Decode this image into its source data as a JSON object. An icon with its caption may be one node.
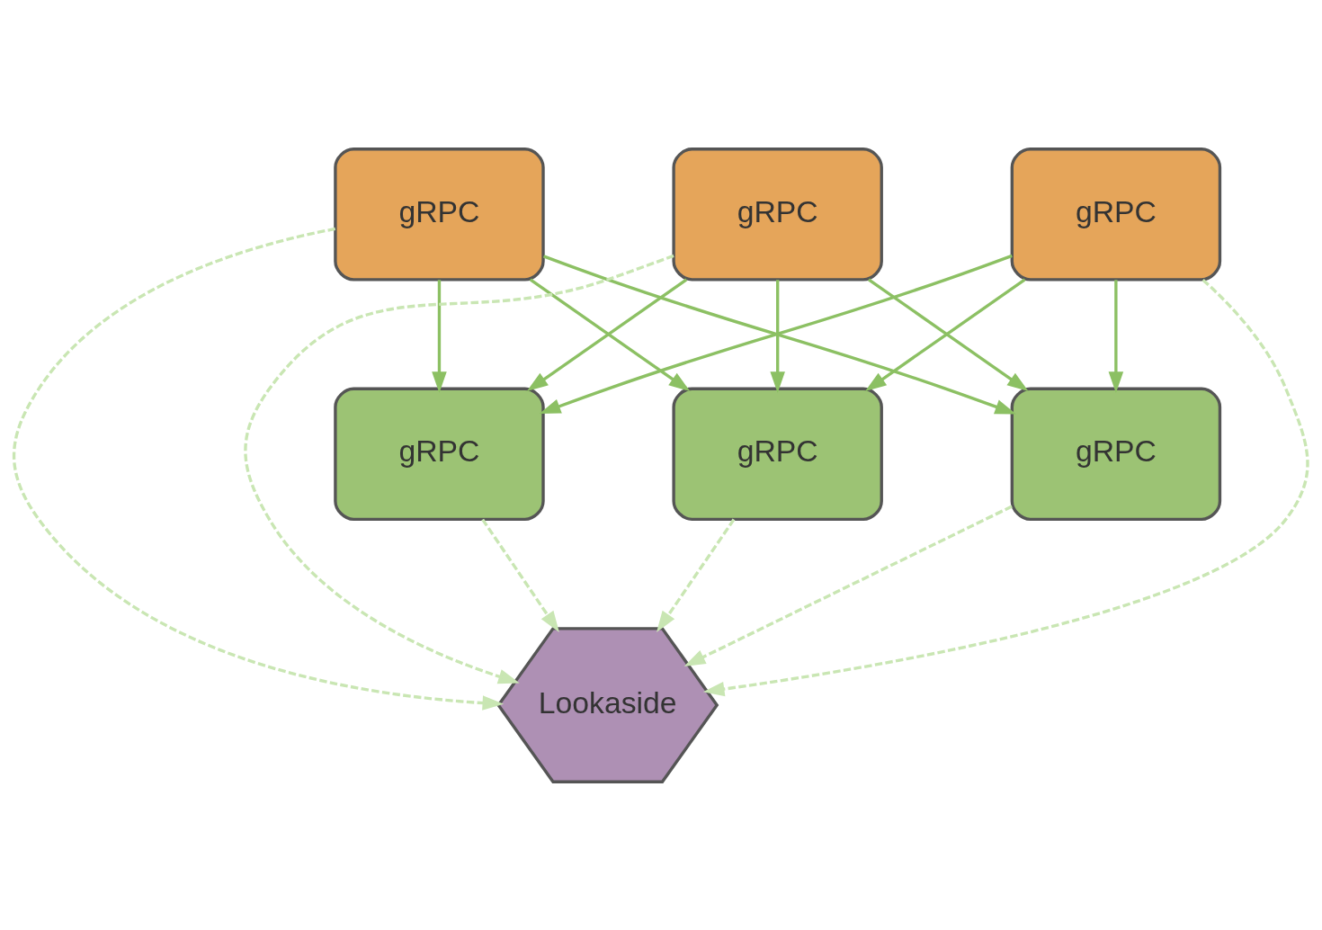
{
  "diagram": {
    "nodes": [
      {
        "text": [
          "gRPC"
        ]
      },
      {
        "text": [
          "gRPC"
        ]
      },
      {
        "text": [
          "gRPC"
        ]
      },
      {
        "text": [
          "gRPC"
        ]
      },
      {
        "text": [
          "gRPC"
        ]
      },
      {
        "text": [
          "gRPC"
        ]
      },
      {
        "text": [
          "Lookaside"
        ]
      }
    ],
    "edges": [
      {
        "from": 0,
        "to": 3,
        "arrow": "to"
      },
      {
        "from": 0,
        "to": 4,
        "arrow": "to"
      },
      {
        "from": 0,
        "to": 5,
        "arrow": "to"
      },
      {
        "from": 1,
        "to": 3,
        "arrow": "to"
      },
      {
        "from": 1,
        "to": 4,
        "arrow": "to"
      },
      {
        "from": 1,
        "to": 5,
        "arrow": "to"
      },
      {
        "from": 2,
        "to": 3,
        "arrow": "to"
      },
      {
        "from": 2,
        "to": 4,
        "arrow": "to"
      },
      {
        "from": 2,
        "to": 5,
        "arrow": "to"
      },
      {
        "from": 0,
        "to": 6,
        "arrow": "to",
        "style": "dashed",
        "color": "#c9e6b3"
      },
      {
        "from": 1,
        "to": 6,
        "arrow": "to",
        "style": "dashed",
        "color": "#c9e6b3"
      },
      {
        "from": 2,
        "to": 6,
        "arrow": "to",
        "style": "dashed",
        "color": "#c9e6b3"
      },
      {
        "from": 3,
        "to": 6,
        "arrow": "to",
        "style": "dashed",
        "color": "#c9e6b3"
      },
      {
        "from": 4,
        "to": 6,
        "arrow": "to",
        "style": "dashed",
        "color": "#c9e6b3"
      },
      {
        "from": 5,
        "to": 6,
        "arrow": "to",
        "style": "dashed",
        "color": "#c9e6b3"
      }
    ]
  }
}
